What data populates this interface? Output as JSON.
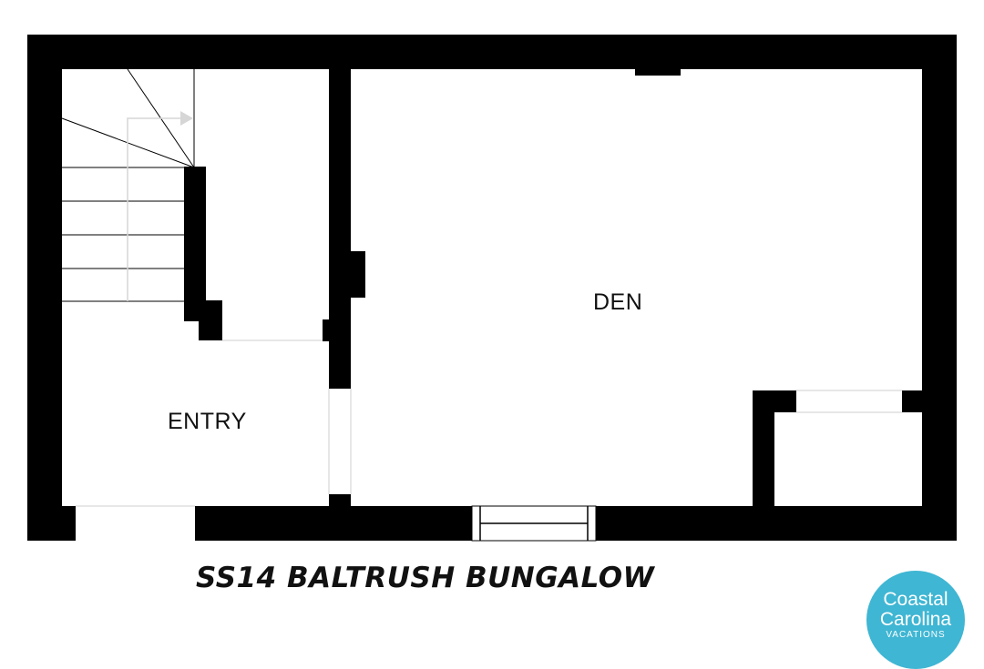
{
  "rooms": {
    "entry": "ENTRY",
    "den": "DEN"
  },
  "title": "SS14 BALTRUSH BUNGALOW",
  "logo": {
    "line1": "Coastal",
    "line2": "Carolina",
    "line3": "VACATIONS"
  },
  "colors": {
    "wall": "#000000",
    "background": "#ffffff",
    "logo_circle": "#3fb6d3",
    "stair_arrow": "#d6d6d6",
    "opening_line": "#cfcfcf"
  }
}
